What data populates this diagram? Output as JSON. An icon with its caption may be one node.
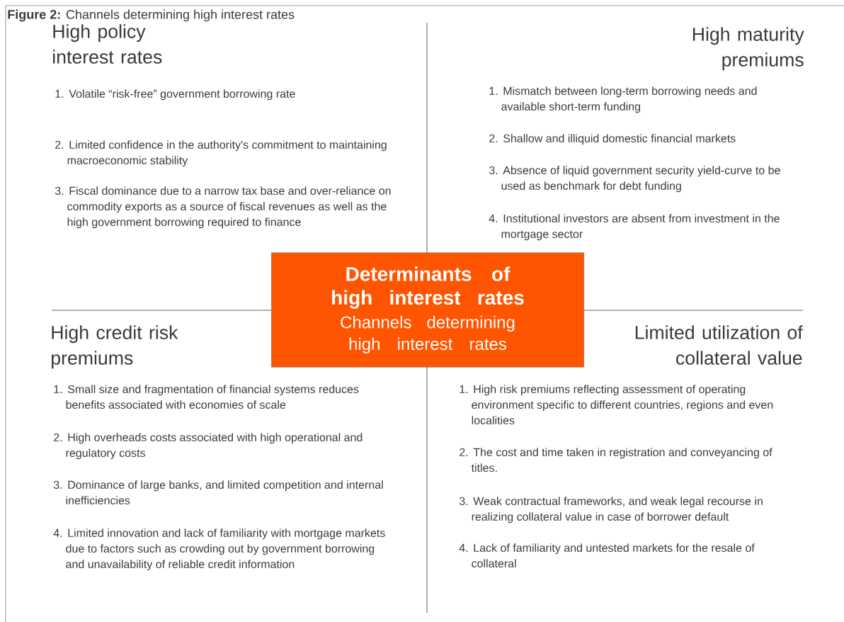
{
  "diagram": {
    "title": "**Figure 2:** Channels determining high interest rates",
    "nodes": [
      {
        "text": [
          "Determinants of high interest rates",
          "Channels determining high interest rates"
        ]
      }
    ],
    "edges": [],
    "labels": [
      "High policy interest rates",
      "1. Volatile “risk-free” government borrowing rate",
      "2. Limited confidence in the authority's commitment to maintaining macroeconomic stability",
      "3. Fiscal dominance due to a narrow tax base and over-reliance on commodity exports as a source of fiscal revenues as well as the high government borrowing required to finance",
      "High maturity premiums",
      "1. Mismatch between long-term borrowing needs and available short-term funding",
      "2. Shallow and illiquid domestic financial markets",
      "3. Absence of liquid government security yield-curve to be used as benchmark for debt funding",
      "4. Institutional investors are absent from investment in the mortgage sector",
      "High credit risk premiums",
      "1. Small size and fragmentation of financial systems reduces benefits associated with economies of scale",
      "2. High overheads costs associated with high operational and regulatory costs",
      "3. Dominance of large banks, and limited competition and internal inefficiencies",
      "4. Limited innovation and lack of familiarity with mortgage markets due to factors such as crowding out by government borrowing and unavailability of reliable credit information",
      "Limited utilization of collateral value",
      "1. High risk premiums reflecting assessment of operating environment specific to different countries, regions and even localities",
      "2. The cost and time taken in registration and conveyancing of titles.",
      "3. Weak contractual frameworks, and weak legal recourse in realizing collateral value in case of borrower default",
      "4. Lack of familiarity and untested markets for the resale of collateral"
    ]
  }
}
